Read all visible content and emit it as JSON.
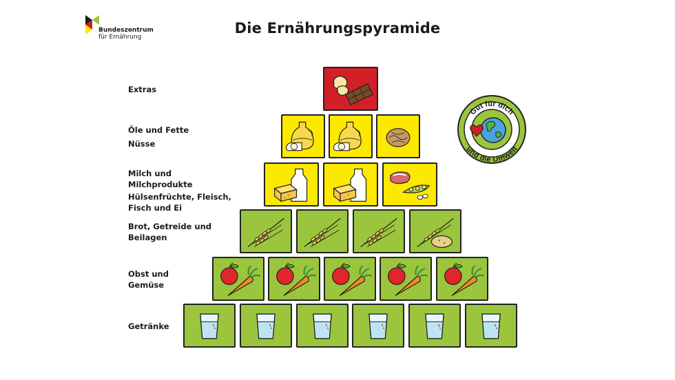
{
  "header": {
    "title": "Die Ernährungspyramide",
    "logo_line1": "Bundeszentrum",
    "logo_line2": "für Ernährung"
  },
  "badge": {
    "top_text": "Gut für dich",
    "bottom_text": "und die Umwelt"
  },
  "levels": [
    {
      "id": "extras",
      "lines": [
        "Extras"
      ],
      "tiles": [
        "sweets-snacks"
      ],
      "color": "#d31f26"
    },
    {
      "id": "oils",
      "lines": [
        "Öle und Fette",
        "Nüsse"
      ],
      "tiles": [
        "oil-butter",
        "oil-butter",
        "walnut"
      ],
      "color": "#fde800"
    },
    {
      "id": "dairy",
      "lines": [
        "Milch und Milchprodukte",
        "Hülsenfrüchte, Fleisch,",
        "Fisch und Ei"
      ],
      "tiles": [
        "milk-cheese",
        "milk-cheese",
        "meat-legumes"
      ],
      "color": "#fde800"
    },
    {
      "id": "grains",
      "lines": [
        "Brot, Getreide und",
        "Beilagen"
      ],
      "tiles": [
        "grain",
        "grain",
        "grain",
        "grain-potato"
      ],
      "color": "#9bc53d"
    },
    {
      "id": "produce",
      "lines": [
        "Obst und",
        "Gemüse"
      ],
      "tiles": [
        "apple-carrot",
        "apple-carrot",
        "apple-carrot",
        "apple-carrot",
        "apple-carrot"
      ],
      "color": "#9bc53d"
    },
    {
      "id": "drinks",
      "lines": [
        "Getränke"
      ],
      "tiles": [
        "glass-water",
        "glass-water",
        "glass-water",
        "glass-water",
        "glass-water",
        "glass-water"
      ],
      "color": "#9bc53d"
    }
  ],
  "colors": {
    "red": "#d31f26",
    "yellow": "#fde800",
    "green": "#9bc53d",
    "outline": "#222222"
  }
}
